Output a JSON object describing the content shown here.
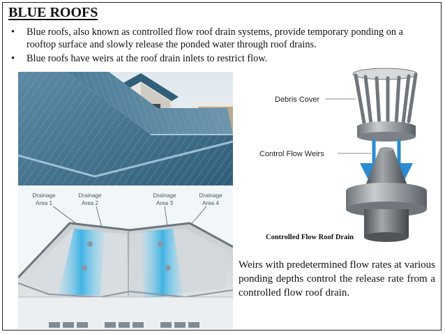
{
  "title": "BLUE ROOFS",
  "bullets": [
    "Blue roofs, also known as controlled flow roof drain systems, provide temporary ponding on a rooftop surface and slowly release the ponded water through roof drains.",
    "Blue roofs have weirs at the roof drain inlets to restrict flow."
  ],
  "diagram": {
    "labels": [
      {
        "line1": "Drainage",
        "line2": "Area 1"
      },
      {
        "line1": "Drainage",
        "line2": "Area 2"
      },
      {
        "line1": "Drainage",
        "line2": "Area 3"
      },
      {
        "line1": "Drainage",
        "line2": "Area 4"
      }
    ]
  },
  "drain": {
    "debris_cover_label": "Debris Cover",
    "weirs_label": "Control Flow Weirs",
    "caption": "Controlled Flow Roof Drain"
  },
  "paragraph": "Weirs with predetermined flow rates at various ponding depths control the release rate from a controlled flow roof drain.",
  "colors": {
    "roof_blue": "#3f6f8c",
    "water_blue": "#59c3ea",
    "arrow_blue": "#2a8bd0"
  }
}
